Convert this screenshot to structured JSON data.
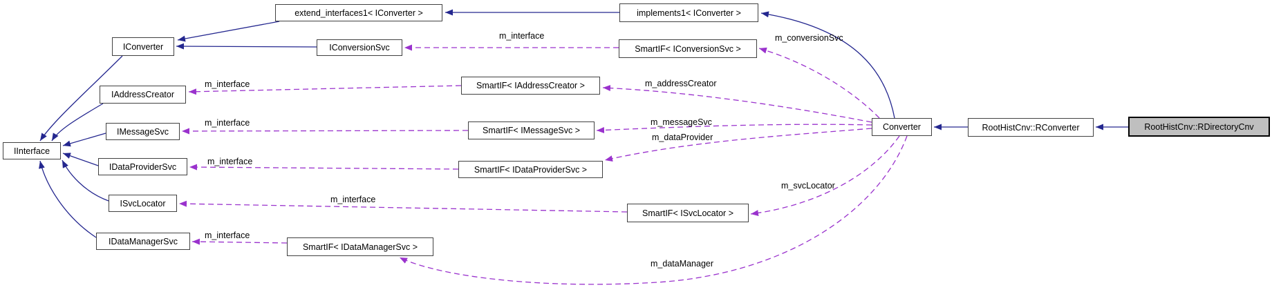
{
  "diagram": {
    "type": "class-collaboration-graph",
    "colors": {
      "inheritance_edge": "#24278f",
      "usage_edge": "#9a32cd",
      "node_border": "#404040",
      "node_background": "#ffffff",
      "highlight_background": "#bfbfbf",
      "highlight_border": "#000000",
      "text": "#000000"
    },
    "nodes": [
      {
        "label": "IInterface"
      },
      {
        "label": "IConverter"
      },
      {
        "label": "IAddressCreator"
      },
      {
        "label": "IMessageSvc"
      },
      {
        "label": "IDataProviderSvc"
      },
      {
        "label": "ISvcLocator"
      },
      {
        "label": "IDataManagerSvc"
      },
      {
        "label": "extend_interfaces1< IConverter >"
      },
      {
        "label": "IConversionSvc"
      },
      {
        "label": "SmartIF< IAddressCreator >"
      },
      {
        "label": "SmartIF< IMessageSvc >"
      },
      {
        "label": "SmartIF< IDataProviderSvc >"
      },
      {
        "label": "SmartIF< IDataManagerSvc >"
      },
      {
        "label": "implements1< IConverter >"
      },
      {
        "label": "SmartIF< IConversionSvc >"
      },
      {
        "label": "SmartIF< ISvcLocator >"
      },
      {
        "label": "Converter"
      },
      {
        "label": "RootHistCnv::RConverter"
      },
      {
        "label": "RootHistCnv::RDirectoryCnv"
      }
    ],
    "edge_labels": [
      {
        "text": "m_interface"
      },
      {
        "text": "m_conversionSvc"
      },
      {
        "text": "m_interface"
      },
      {
        "text": "m_addressCreator"
      },
      {
        "text": "m_interface"
      },
      {
        "text": "m_messageSvc"
      },
      {
        "text": "m_dataProvider"
      },
      {
        "text": "m_interface"
      },
      {
        "text": "m_interface"
      },
      {
        "text": "m_svcLocator"
      },
      {
        "text": "m_interface"
      },
      {
        "text": "m_dataManager"
      }
    ]
  }
}
